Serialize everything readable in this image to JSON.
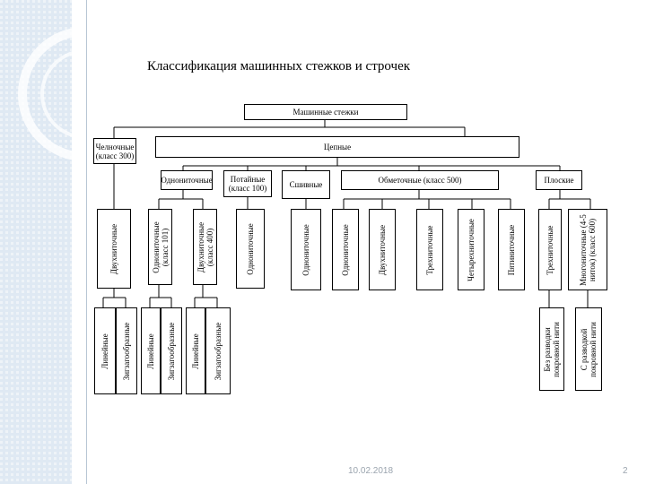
{
  "title": "Классификация машинных стежков и строчек",
  "root": "Машинные стежки",
  "level1": {
    "chain_stitch": "Челночные (класс 300)",
    "chain": "Цепные"
  },
  "level2": {
    "single_thread": "Однониточные",
    "blind": "Потайные (класс 100)",
    "cover": "Сшивные",
    "overlock": "Обметочные (класс 500)",
    "flat": "Плоские"
  },
  "level3": {
    "lock_two": "Двухниточные",
    "single_101": "Однониточные (класс 101)",
    "two_400": "Двухниточные (класс 400)",
    "blind_single": "Однониточные",
    "cover_single": "Однониточные",
    "over_one": "Однониточные",
    "over_two": "Двухниточные",
    "over_three": "Трехниточные",
    "over_four": "Четырехниточные",
    "over_five": "Пятиниточные",
    "flat_three": "Трехниточные",
    "flat_multi": "Многониточные (4-5 ниток) (класс 600)"
  },
  "level4": {
    "lock_linear": "Линейные",
    "lock_zigzag": "Зигзагообразные",
    "single_linear": "Линейные",
    "single_zigzag": "Зигзагообразные",
    "two_linear": "Линейные",
    "two_zigzag": "Зигзагообразные",
    "flat_without": "Без разводки покровной нити",
    "flat_with": "С разводкой покровной нити"
  },
  "footer": {
    "date": "10.02.2018",
    "page": "2"
  },
  "colors": {
    "stripe": "#d9e6f2",
    "divider": "#b8c6d4",
    "lines": "#000000",
    "footer": "#9aa4ae"
  }
}
